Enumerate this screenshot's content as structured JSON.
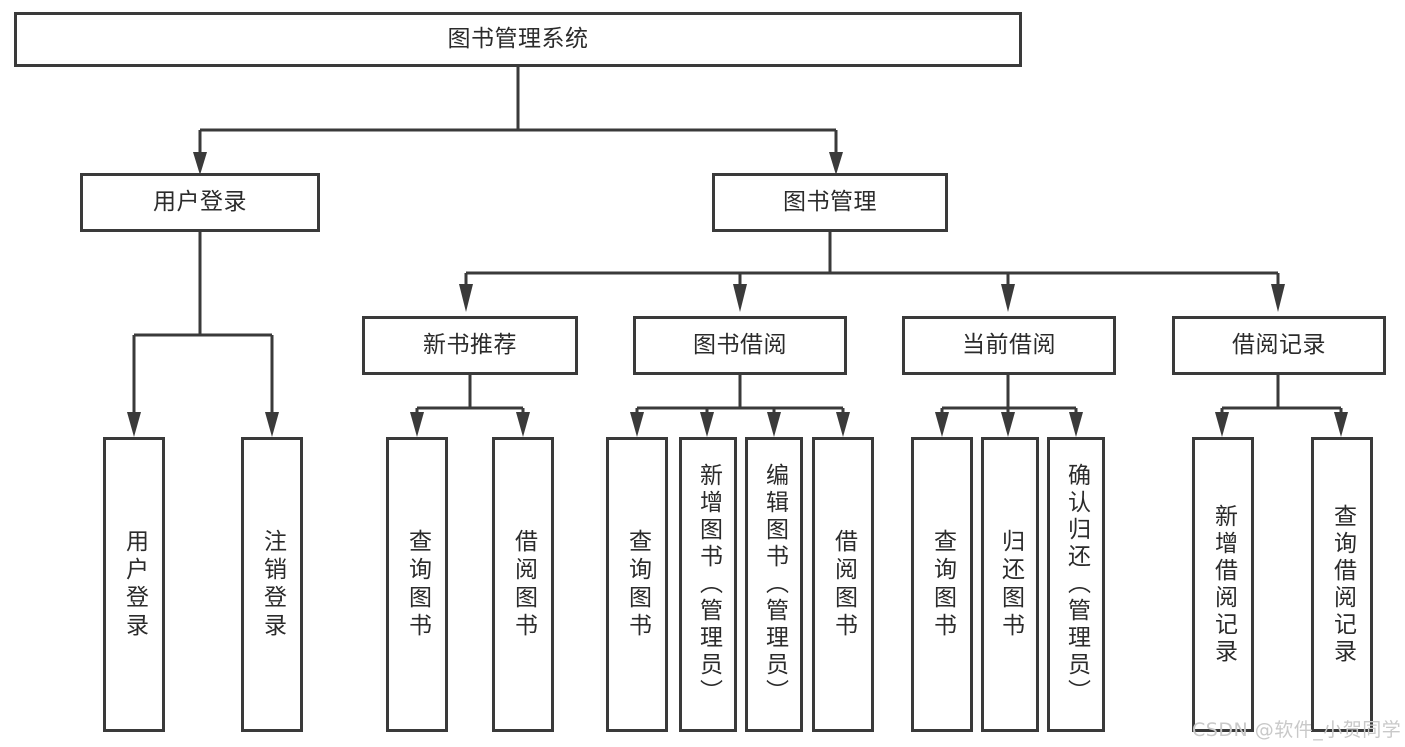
{
  "diagram": {
    "type": "tree",
    "title": "图书管理系统",
    "root": {
      "label": "图书管理系统"
    },
    "level2": [
      {
        "label": "用户登录"
      },
      {
        "label": "图书管理"
      }
    ],
    "level3": [
      {
        "label": "新书推荐"
      },
      {
        "label": "图书借阅"
      },
      {
        "label": "当前借阅"
      },
      {
        "label": "借阅记录"
      }
    ],
    "leaves": {
      "user_login": [
        {
          "label": "用户登录"
        },
        {
          "label": "注销登录"
        }
      ],
      "new_book_recommend": [
        {
          "label": "查询图书"
        },
        {
          "label": "借阅图书"
        }
      ],
      "book_borrow": [
        {
          "label": "查询图书"
        },
        {
          "label": "新增图书（管理员）"
        },
        {
          "label": "编辑图书（管理员）"
        },
        {
          "label": "借阅图书"
        }
      ],
      "current_borrow": [
        {
          "label": "查询图书"
        },
        {
          "label": "归还图书"
        },
        {
          "label": "确认归还（管理员）"
        }
      ],
      "borrow_record": [
        {
          "label": "新增借阅记录"
        },
        {
          "label": "查询借阅记录"
        }
      ]
    },
    "watermark": "CSDN @软件_小贺同学",
    "colors": {
      "box_border": "#3a3a3a",
      "box_fill": "#ffffff",
      "text": "#2b2b2b",
      "edge": "#3a3a3a",
      "watermark": "#c9c9c9"
    }
  }
}
